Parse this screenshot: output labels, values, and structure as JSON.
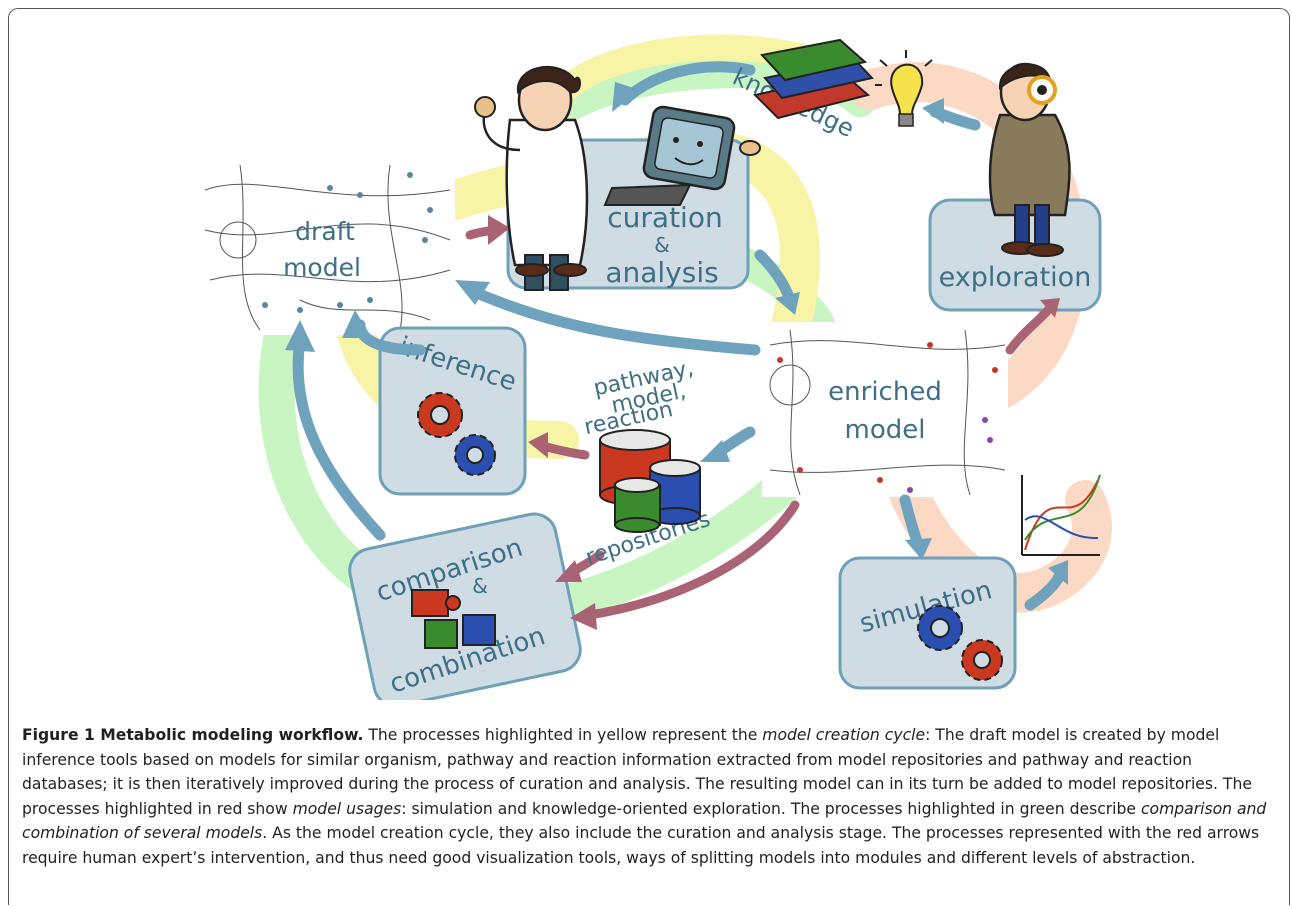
{
  "diagram": {
    "nodes": {
      "draft_model": [
        "draft",
        "model"
      ],
      "curation": [
        "curation",
        "&",
        "analysis"
      ],
      "exploration": "exploration",
      "enriched_model": [
        "enriched",
        "model"
      ],
      "inference": "inference",
      "comparison": [
        "comparison",
        "&",
        "combination"
      ],
      "simulation": "simulation",
      "knowledge": "knowledge",
      "repositories_top": [
        "pathway,",
        "model,",
        "reaction"
      ],
      "repositories": "repositories"
    },
    "icons": [
      "scientist-icon",
      "computer-icon",
      "books-icon",
      "lightbulb-icon",
      "explorer-icon",
      "gears-icon",
      "database-icon",
      "puzzle-icon",
      "plot-icon"
    ],
    "colors": {
      "yellow_cycle": "#f8f4a6",
      "red_cycle": "#fbd9c4",
      "green_cycle": "#c9f5c3",
      "blue_arrow": "#6fa3bd",
      "red_arrow": "#a96374",
      "box_fill": "#cfdce3",
      "box_stroke": "#6ea0b8",
      "label": "#3f6f86"
    }
  },
  "caption": {
    "label": "Figure 1 Metabolic modeling workflow.",
    "p1": " The processes highlighted in yellow represent the ",
    "i1": "model creation cycle",
    "p2": ": The draft model is created by model inference tools based on models for similar organism, pathway and reaction information extracted from model repositories and pathway and reaction databases; it is then iteratively improved during the process of curation and analysis. The resulting model can in its turn be added to model repositories. The processes highlighted in red show ",
    "i2": "model usages",
    "p3": ": simulation and knowledge-oriented exploration. The processes highlighted in green describe ",
    "i3": "comparison and combination of several models",
    "p4": ". As the model creation cycle, they also include the curation and analysis stage. The processes represented with the red arrows require human expert’s intervention, and thus need good visualization tools, ways of splitting models into modules and different levels of abstraction."
  }
}
